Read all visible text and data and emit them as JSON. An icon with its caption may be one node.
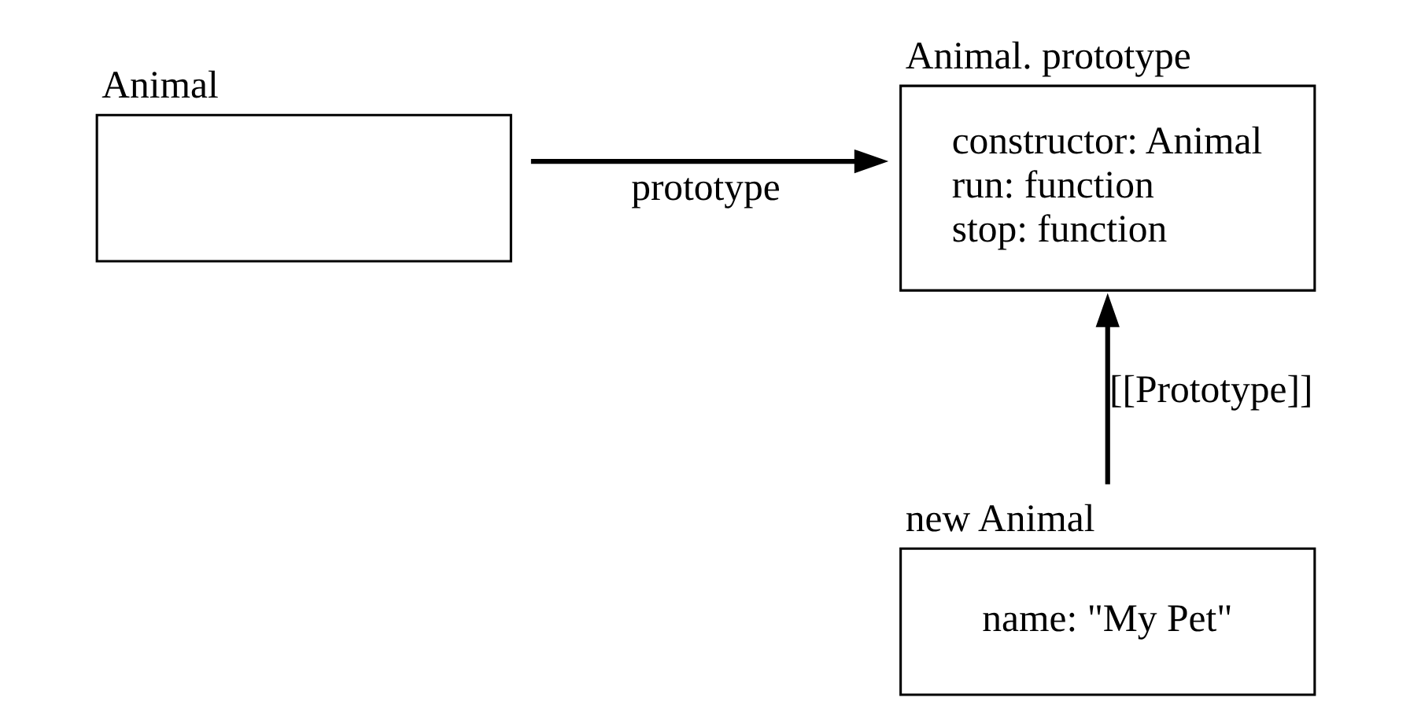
{
  "diagram": {
    "nodes": [
      {
        "text": [
          "Animal"
        ]
      },
      {
        "text": [
          "Animal. prototype",
          "constructor: Animal",
          "run: function",
          "stop: function"
        ]
      },
      {
        "text": [
          "new Animal",
          "name: \"My Pet\""
        ]
      }
    ],
    "edges": [
      {
        "from": 0,
        "to": 1,
        "arrow": "to",
        "label": "prototype"
      },
      {
        "from": 2,
        "to": 1,
        "arrow": "to",
        "label": "[[Prototype]]"
      }
    ]
  }
}
